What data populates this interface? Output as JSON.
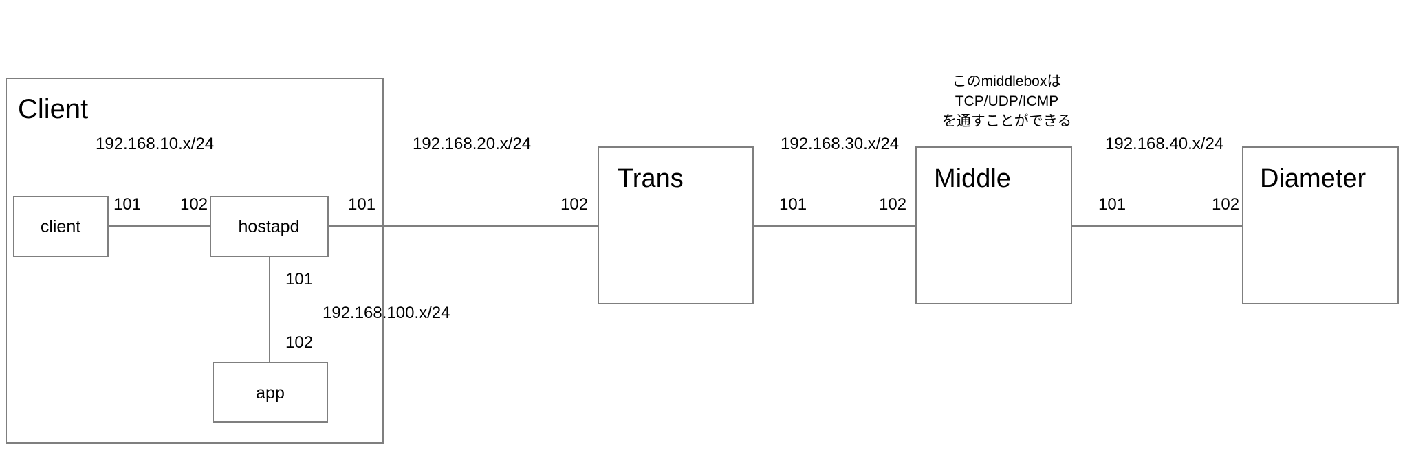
{
  "diagram": {
    "title": "Network topology diagram",
    "colors": {
      "stroke": "#7f7f7f",
      "text": "#000000",
      "background": "#ffffff"
    },
    "zones": [
      {
        "id": "client-zone",
        "label": "Client"
      }
    ],
    "nodes": [
      {
        "id": "client",
        "label": "client"
      },
      {
        "id": "hostapd",
        "label": "hostapd"
      },
      {
        "id": "app",
        "label": "app"
      },
      {
        "id": "trans",
        "label": "Trans"
      },
      {
        "id": "middle",
        "label": "Middle"
      },
      {
        "id": "diameter",
        "label": "Diameter"
      }
    ],
    "subnets": [
      {
        "id": "net10",
        "label": "192.168.10.x/24"
      },
      {
        "id": "net20",
        "label": "192.168.20.x/24"
      },
      {
        "id": "net30",
        "label": "192.168.30.x/24"
      },
      {
        "id": "net40",
        "label": "192.168.40.x/24"
      },
      {
        "id": "net100",
        "label": "192.168.100.x/24"
      }
    ],
    "ports": {
      "client_right": "101",
      "hostapd_left": "102",
      "hostapd_right": "101",
      "hostapd_bottom": "101",
      "app_top": "102",
      "trans_left": "102",
      "trans_right": "101",
      "middle_left": "102",
      "middle_right": "101",
      "diameter_left": "102"
    },
    "annotations": [
      {
        "id": "middlebox-note",
        "lines": [
          "このmiddleboxは",
          "TCP/UDP/ICMP",
          "を通すことができる"
        ]
      }
    ]
  }
}
